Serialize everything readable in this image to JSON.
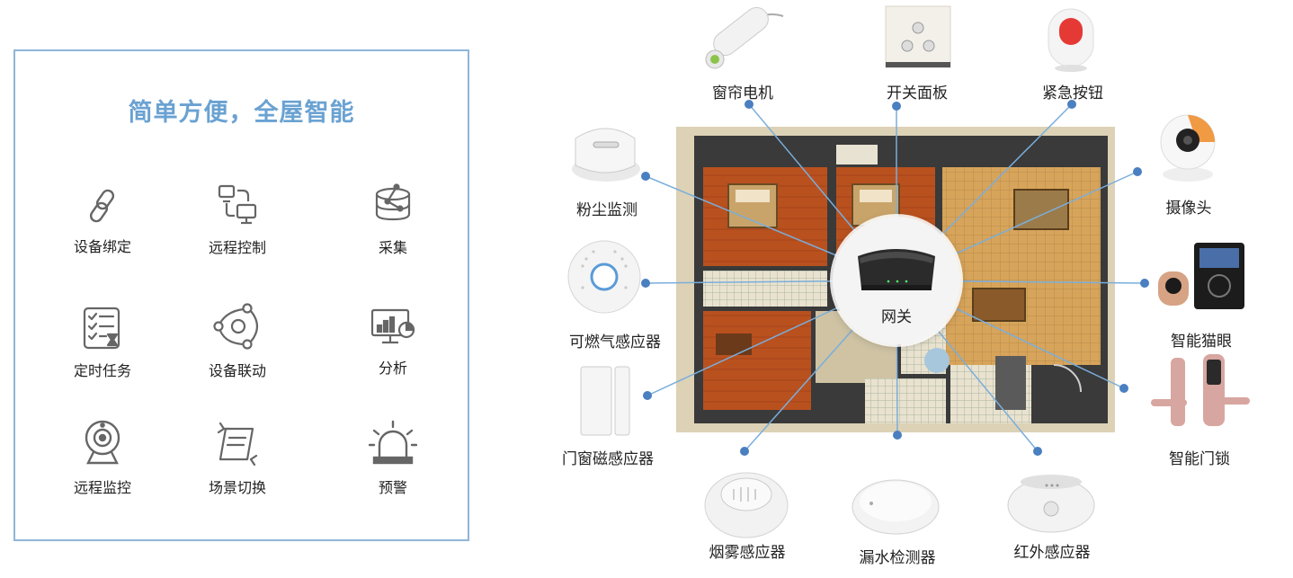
{
  "panel": {
    "title": "简单方便，全屋智能",
    "features": [
      {
        "label": "设备绑定",
        "icon": "link-icon"
      },
      {
        "label": "远程控制",
        "icon": "remote-control-icon"
      },
      {
        "label": "采集",
        "icon": "database-icon"
      },
      {
        "label": "定时任务",
        "icon": "checklist-timer-icon"
      },
      {
        "label": "设备联动",
        "icon": "linkage-icon"
      },
      {
        "label": "分析",
        "icon": "analytics-monitor-icon"
      },
      {
        "label": "远程监控",
        "icon": "webcam-icon"
      },
      {
        "label": "场景切换",
        "icon": "scene-switch-icon"
      },
      {
        "label": "预警",
        "icon": "alarm-light-icon"
      }
    ]
  },
  "gateway": {
    "label": "网关",
    "icon": "gateway-router-icon"
  },
  "devices": [
    {
      "label": "窗帘电机",
      "icon": "curtain-motor-icon"
    },
    {
      "label": "开关面板",
      "icon": "switch-panel-icon"
    },
    {
      "label": "紧急按钮",
      "icon": "emergency-button-icon"
    },
    {
      "label": "粉尘监测",
      "icon": "dust-sensor-icon"
    },
    {
      "label": "摄像头",
      "icon": "camera-icon"
    },
    {
      "label": "可燃气感应器",
      "icon": "gas-sensor-icon"
    },
    {
      "label": "智能猫眼",
      "icon": "smart-peephole-icon"
    },
    {
      "label": "门窗磁感应器",
      "icon": "door-window-sensor-icon"
    },
    {
      "label": "智能门锁",
      "icon": "smart-lock-icon"
    },
    {
      "label": "烟雾感应器",
      "icon": "smoke-sensor-icon"
    },
    {
      "label": "漏水检测器",
      "icon": "water-leak-sensor-icon"
    },
    {
      "label": "红外感应器",
      "icon": "infrared-sensor-icon"
    }
  ],
  "colors": {
    "accent": "#6aa2d2",
    "panel_border": "#8fb6d8",
    "link_line": "#7aaedc",
    "link_dot": "#4a7fc0"
  }
}
